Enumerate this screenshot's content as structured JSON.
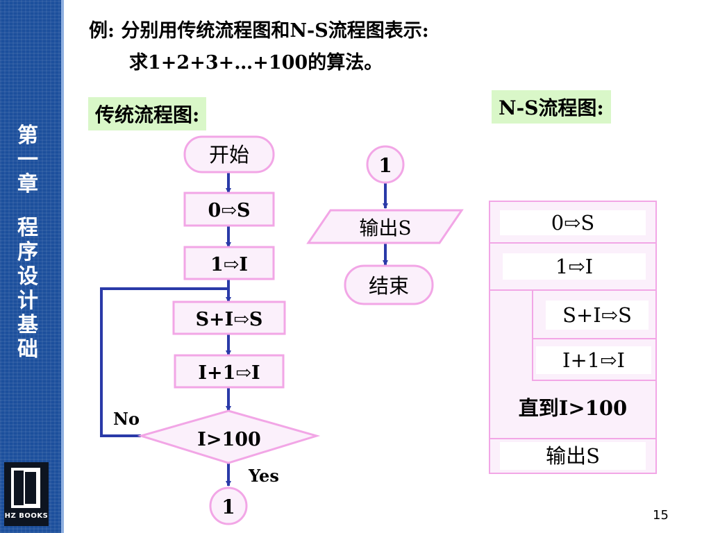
{
  "chapter_label": [
    "第",
    "一",
    "章",
    "程",
    "序",
    "设",
    "计",
    "基",
    "础"
  ],
  "logo": {
    "text": "HZ BOOKS"
  },
  "title": {
    "line1": "例: 分别用传统流程图和N-S流程图表示:",
    "line2": "求1+2+3+…+100的算法。"
  },
  "labels": {
    "traditional": "传统流程图:",
    "ns": "N-S流程图:"
  },
  "flowchart": {
    "start": "开始",
    "s_init": "0⇨S",
    "i_init": "1⇨I",
    "accumulate": "S+I⇨S",
    "increment": "I+1⇨I",
    "condition": "I>100",
    "no_label": "No",
    "yes_label": "Yes",
    "connector_bottom": "1",
    "connector_top": "1",
    "output": "输出S",
    "end": "结束"
  },
  "ns_chart": {
    "row1": "0⇨S",
    "row2": "1⇨I",
    "inner1": "S+I⇨S",
    "inner2": "I+1⇨I",
    "until": "直到I>100",
    "output": "输出S"
  },
  "colors": {
    "sidebar": "#1c4f9c",
    "box_border": "#f2a6e6",
    "box_fill": "#fbf0fb",
    "arrow": "#2a3aa8",
    "label_bg": "#d9f7c8"
  },
  "page_number": "15"
}
